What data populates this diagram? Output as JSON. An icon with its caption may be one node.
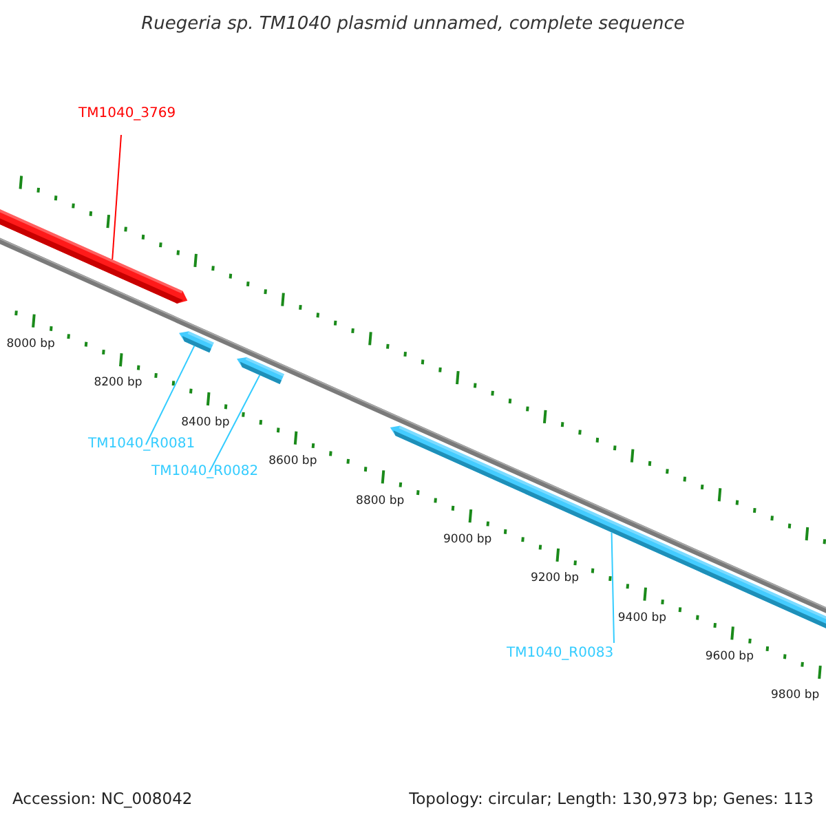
{
  "diagram": {
    "title": "Ruegeria sp. TM1040 plasmid unnamed, complete sequence",
    "nodes": [
      {
        "text": [
          "TM1040_3769"
        ]
      },
      {
        "text": [],
        "shape": "arrow"
      },
      {
        "text": [
          "TM1040_R0081"
        ]
      },
      {
        "text": [],
        "shape": "arrow"
      },
      {
        "text": [
          "TM1040_R0082"
        ]
      },
      {
        "text": [],
        "shape": "arrow"
      },
      {
        "text": [
          "TM1040_R0083"
        ]
      },
      {
        "text": [],
        "shape": "arrow"
      }
    ],
    "edges": [
      {
        "from": 0,
        "to": 1,
        "arrow": "none",
        "color": "#ff0000"
      },
      {
        "from": 2,
        "to": 3,
        "arrow": "none"
      },
      {
        "from": 4,
        "to": 5,
        "arrow": "none"
      },
      {
        "from": 6,
        "to": 7,
        "arrow": "none"
      }
    ],
    "labels": [
      "8000 bp",
      "8200 bp",
      "8400 bp",
      "8600 bp",
      "8800 bp",
      "9000 bp",
      "9200 bp",
      "9400 bp",
      "9600 bp",
      "9800 bp",
      "Accession: NC_008042",
      "Topology: circular; Length: 130,973 bp; Genes: 113"
    ]
  }
}
